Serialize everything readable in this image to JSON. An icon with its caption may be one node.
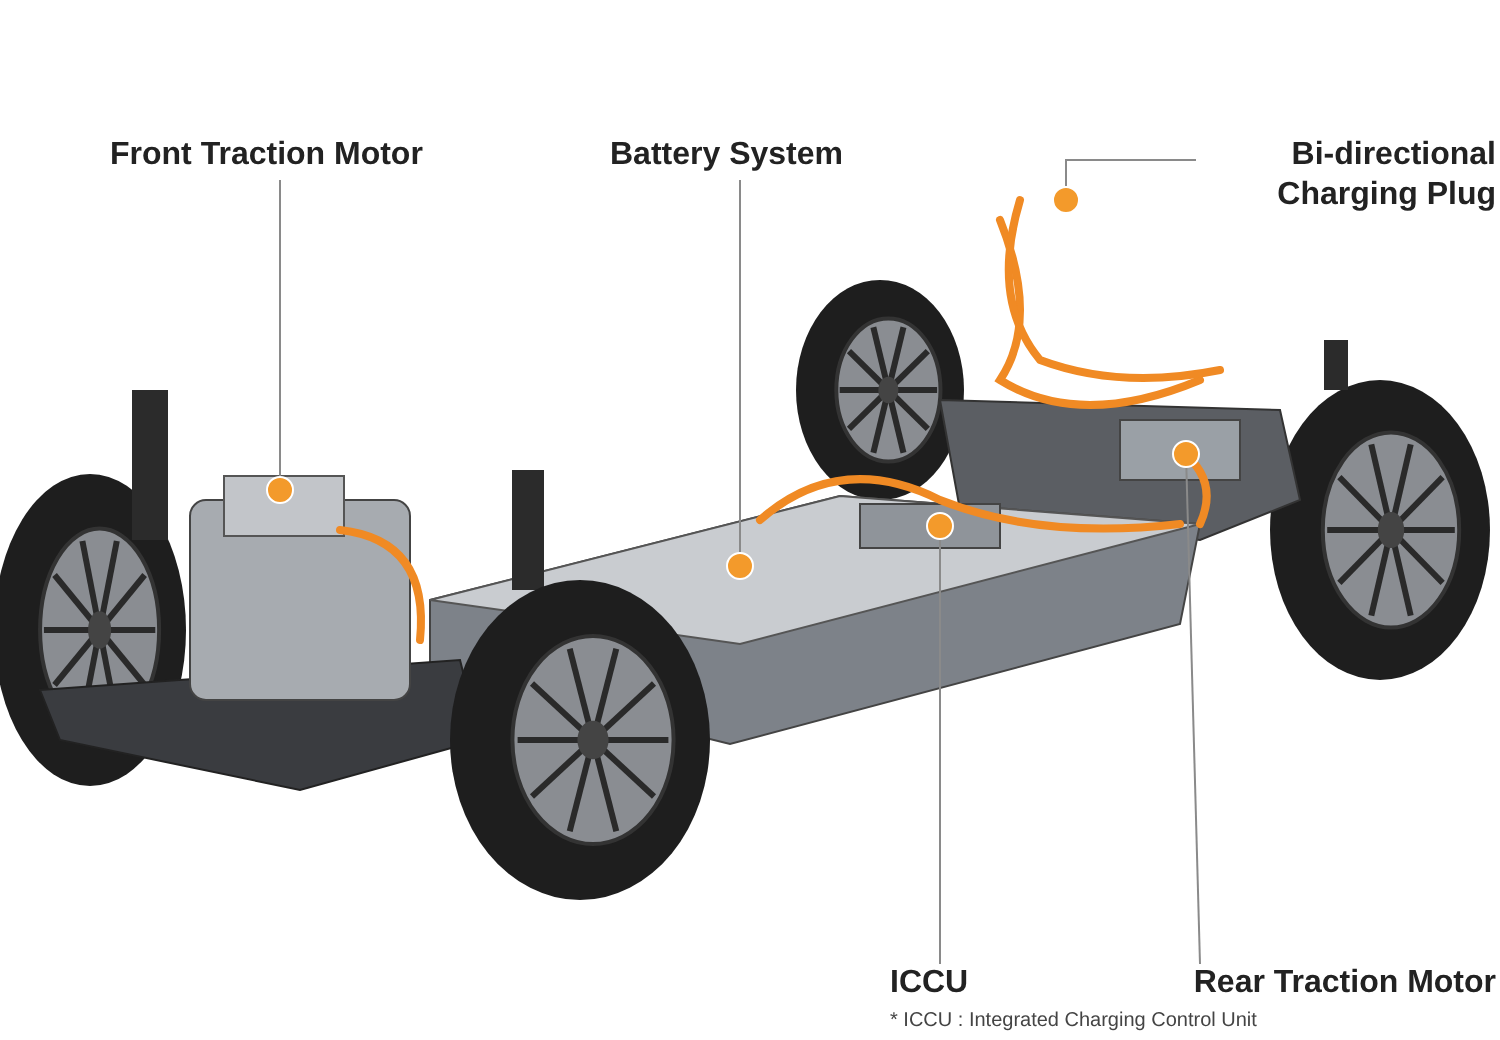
{
  "diagram": {
    "nodes": [
      {
        "text": [
          "Front Traction Motor"
        ]
      },
      {
        "text": [
          "Battery System"
        ]
      },
      {
        "text": [
          "Bi-directional Charging Plug"
        ]
      },
      {
        "text": [
          "ICCU"
        ]
      },
      {
        "text": [
          "Rear Traction Motor"
        ]
      },
      {
        "text": [],
        "shape": "circle"
      },
      {
        "text": [],
        "shape": "circle"
      },
      {
        "text": [],
        "shape": "circle"
      },
      {
        "text": [],
        "shape": "circle"
      },
      {
        "text": [],
        "shape": "circle"
      }
    ],
    "edges": [
      {
        "from": 0,
        "to": 5,
        "arrow": "none"
      },
      {
        "from": 1,
        "to": 6,
        "arrow": "none"
      },
      {
        "from": 2,
        "to": 8,
        "arrow": "none"
      },
      {
        "from": 3,
        "to": 7,
        "arrow": "none"
      },
      {
        "from": 4,
        "to": 9,
        "arrow": "none"
      }
    ],
    "labels": [
      "* ICCU : Integrated Charging Control Unit"
    ]
  }
}
